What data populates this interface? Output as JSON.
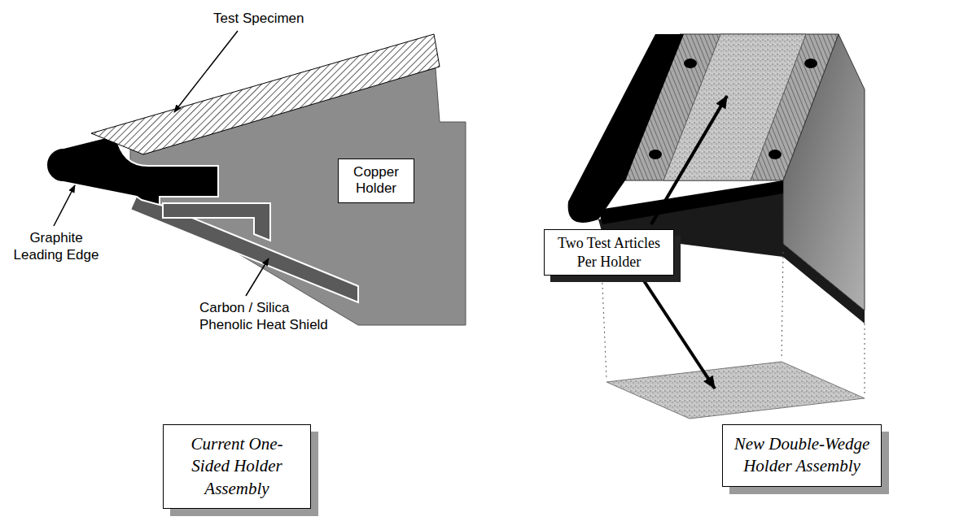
{
  "diagram": {
    "nodes": [
      {
        "text": [
          "Copper Holder"
        ]
      },
      {
        "text": [
          "Current One-Sided Holder Assembly"
        ]
      },
      {
        "text": [
          "Two Test Articles Per Holder"
        ]
      },
      {
        "text": [
          "New Double-Wedge Holder Assembly"
        ]
      }
    ],
    "labels": [
      "Test Specimen",
      "Graphite Leading Edge",
      "Carbon / Silica Phenolic Heat Shield"
    ]
  }
}
